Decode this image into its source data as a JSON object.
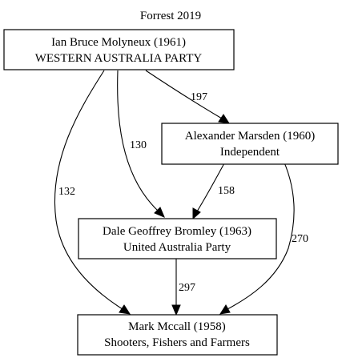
{
  "graph": {
    "title": "Forrest 2019"
  },
  "nodes": [
    {
      "id": "molyneux",
      "name": "Ian Bruce Molyneux (1961)",
      "party": "WESTERN AUSTRALIA PARTY"
    },
    {
      "id": "marsden",
      "name": "Alexander Marsden (1960)",
      "party": "Independent"
    },
    {
      "id": "bromley",
      "name": "Dale Geoffrey Bromley (1963)",
      "party": "United Australia Party"
    },
    {
      "id": "mccall",
      "name": "Mark Mccall (1958)",
      "party": "Shooters, Fishers and Farmers"
    }
  ],
  "edges": [
    {
      "from": "molyneux",
      "to": "marsden",
      "label": "197"
    },
    {
      "from": "molyneux",
      "to": "bromley",
      "label": "130"
    },
    {
      "from": "molyneux",
      "to": "mccall",
      "label": "132"
    },
    {
      "from": "marsden",
      "to": "bromley",
      "label": "158"
    },
    {
      "from": "marsden",
      "to": "mccall",
      "label": "270"
    },
    {
      "from": "bromley",
      "to": "mccall",
      "label": "297"
    }
  ]
}
